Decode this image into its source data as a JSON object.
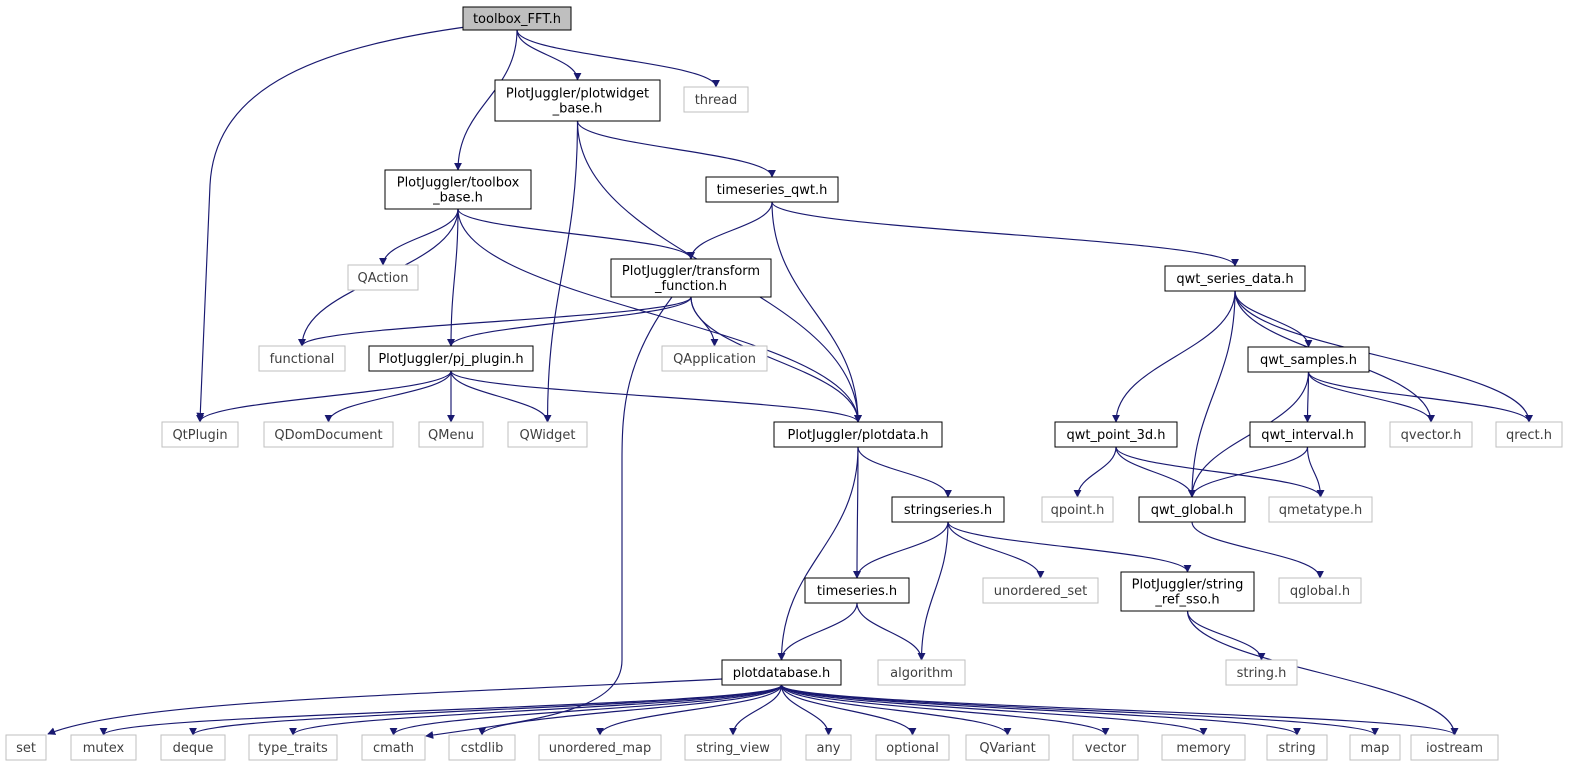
{
  "diagram": {
    "colors": {
      "edge": "#191970",
      "root_fill": "#bfbfbf",
      "external_border": "#bfbfbf",
      "node_border": "#000000"
    },
    "nodes": [
      {
        "id": "toolbox_fft",
        "label": [
          "toolbox_FFT.h"
        ],
        "kind": "root"
      },
      {
        "id": "plotwidget_base",
        "label": [
          "PlotJuggler/plotwidget",
          "_base.h"
        ],
        "kind": "header"
      },
      {
        "id": "thread",
        "label": [
          "thread"
        ],
        "kind": "external"
      },
      {
        "id": "toolbox_base",
        "label": [
          "PlotJuggler/toolbox",
          "_base.h"
        ],
        "kind": "header"
      },
      {
        "id": "timeseries_qwt",
        "label": [
          "timeseries_qwt.h"
        ],
        "kind": "header"
      },
      {
        "id": "qaction",
        "label": [
          "QAction"
        ],
        "kind": "external"
      },
      {
        "id": "transform_function",
        "label": [
          "PlotJuggler/transform",
          "_function.h"
        ],
        "kind": "header"
      },
      {
        "id": "qwt_series_data",
        "label": [
          "qwt_series_data.h"
        ],
        "kind": "header"
      },
      {
        "id": "functional",
        "label": [
          "functional"
        ],
        "kind": "external"
      },
      {
        "id": "pj_plugin",
        "label": [
          "PlotJuggler/pj_plugin.h"
        ],
        "kind": "header"
      },
      {
        "id": "qapplication",
        "label": [
          "QApplication"
        ],
        "kind": "external"
      },
      {
        "id": "qwt_samples",
        "label": [
          "qwt_samples.h"
        ],
        "kind": "header"
      },
      {
        "id": "qtplugin",
        "label": [
          "QtPlugin"
        ],
        "kind": "external"
      },
      {
        "id": "qdomdocument",
        "label": [
          "QDomDocument"
        ],
        "kind": "external"
      },
      {
        "id": "qmenu",
        "label": [
          "QMenu"
        ],
        "kind": "external"
      },
      {
        "id": "qwidget",
        "label": [
          "QWidget"
        ],
        "kind": "external"
      },
      {
        "id": "plotdata",
        "label": [
          "PlotJuggler/plotdata.h"
        ],
        "kind": "header"
      },
      {
        "id": "qwt_point_3d",
        "label": [
          "qwt_point_3d.h"
        ],
        "kind": "header"
      },
      {
        "id": "qwt_interval",
        "label": [
          "qwt_interval.h"
        ],
        "kind": "header"
      },
      {
        "id": "qvector",
        "label": [
          "qvector.h"
        ],
        "kind": "external"
      },
      {
        "id": "qrect",
        "label": [
          "qrect.h"
        ],
        "kind": "external"
      },
      {
        "id": "stringseries",
        "label": [
          "stringseries.h"
        ],
        "kind": "header"
      },
      {
        "id": "qpoint",
        "label": [
          "qpoint.h"
        ],
        "kind": "external"
      },
      {
        "id": "qwt_global",
        "label": [
          "qwt_global.h"
        ],
        "kind": "header"
      },
      {
        "id": "qmetatype",
        "label": [
          "qmetatype.h"
        ],
        "kind": "external"
      },
      {
        "id": "timeseries",
        "label": [
          "timeseries.h"
        ],
        "kind": "header"
      },
      {
        "id": "unordered_set",
        "label": [
          "unordered_set"
        ],
        "kind": "external"
      },
      {
        "id": "string_ref_sso",
        "label": [
          "PlotJuggler/string",
          "_ref_sso.h"
        ],
        "kind": "header"
      },
      {
        "id": "qglobal",
        "label": [
          "qglobal.h"
        ],
        "kind": "external"
      },
      {
        "id": "plotdatabase",
        "label": [
          "plotdatabase.h"
        ],
        "kind": "header"
      },
      {
        "id": "algorithm",
        "label": [
          "algorithm"
        ],
        "kind": "external"
      },
      {
        "id": "string_h",
        "label": [
          "string.h"
        ],
        "kind": "external"
      },
      {
        "id": "set",
        "label": [
          "set"
        ],
        "kind": "external"
      },
      {
        "id": "mutex",
        "label": [
          "mutex"
        ],
        "kind": "external"
      },
      {
        "id": "deque",
        "label": [
          "deque"
        ],
        "kind": "external"
      },
      {
        "id": "type_traits",
        "label": [
          "type_traits"
        ],
        "kind": "external"
      },
      {
        "id": "cmath",
        "label": [
          "cmath"
        ],
        "kind": "external"
      },
      {
        "id": "cstdlib",
        "label": [
          "cstdlib"
        ],
        "kind": "external"
      },
      {
        "id": "unordered_map",
        "label": [
          "unordered_map"
        ],
        "kind": "external"
      },
      {
        "id": "string_view",
        "label": [
          "string_view"
        ],
        "kind": "external"
      },
      {
        "id": "any",
        "label": [
          "any"
        ],
        "kind": "external"
      },
      {
        "id": "optional",
        "label": [
          "optional"
        ],
        "kind": "external"
      },
      {
        "id": "qvariant",
        "label": [
          "QVariant"
        ],
        "kind": "external"
      },
      {
        "id": "vector",
        "label": [
          "vector"
        ],
        "kind": "external"
      },
      {
        "id": "memory",
        "label": [
          "memory"
        ],
        "kind": "external"
      },
      {
        "id": "string",
        "label": [
          "string"
        ],
        "kind": "external"
      },
      {
        "id": "map",
        "label": [
          "map"
        ],
        "kind": "external"
      },
      {
        "id": "iostream",
        "label": [
          "iostream"
        ],
        "kind": "external"
      }
    ],
    "edges": [
      [
        "toolbox_fft",
        "qtplugin"
      ],
      [
        "toolbox_fft",
        "toolbox_base"
      ],
      [
        "toolbox_fft",
        "plotwidget_base"
      ],
      [
        "toolbox_fft",
        "thread"
      ],
      [
        "plotwidget_base",
        "qwidget"
      ],
      [
        "plotwidget_base",
        "timeseries_qwt"
      ],
      [
        "plotwidget_base",
        "plotdata"
      ],
      [
        "toolbox_base",
        "functional"
      ],
      [
        "toolbox_base",
        "qaction"
      ],
      [
        "toolbox_base",
        "pj_plugin"
      ],
      [
        "toolbox_base",
        "transform_function"
      ],
      [
        "toolbox_base",
        "plotdata"
      ],
      [
        "timeseries_qwt",
        "transform_function"
      ],
      [
        "timeseries_qwt",
        "plotdata"
      ],
      [
        "timeseries_qwt",
        "qwt_series_data"
      ],
      [
        "transform_function",
        "functional"
      ],
      [
        "transform_function",
        "pj_plugin"
      ],
      [
        "transform_function",
        "qapplication"
      ],
      [
        "transform_function",
        "plotdata"
      ],
      [
        "transform_function",
        "cmath"
      ],
      [
        "pj_plugin",
        "qtplugin"
      ],
      [
        "pj_plugin",
        "qdomdocument"
      ],
      [
        "pj_plugin",
        "qmenu"
      ],
      [
        "pj_plugin",
        "qwidget"
      ],
      [
        "pj_plugin",
        "plotdata"
      ],
      [
        "qwt_series_data",
        "qwt_global"
      ],
      [
        "qwt_series_data",
        "qwt_point_3d"
      ],
      [
        "qwt_series_data",
        "qwt_samples"
      ],
      [
        "qwt_series_data",
        "qvector"
      ],
      [
        "qwt_series_data",
        "qrect"
      ],
      [
        "qwt_samples",
        "qwt_global"
      ],
      [
        "qwt_samples",
        "qwt_interval"
      ],
      [
        "qwt_samples",
        "qvector"
      ],
      [
        "qwt_samples",
        "qrect"
      ],
      [
        "qwt_point_3d",
        "qpoint"
      ],
      [
        "qwt_point_3d",
        "qwt_global"
      ],
      [
        "qwt_point_3d",
        "qmetatype"
      ],
      [
        "qwt_interval",
        "qwt_global"
      ],
      [
        "qwt_interval",
        "qmetatype"
      ],
      [
        "qwt_global",
        "qglobal"
      ],
      [
        "plotdata",
        "plotdatabase"
      ],
      [
        "plotdata",
        "timeseries"
      ],
      [
        "plotdata",
        "stringseries"
      ],
      [
        "stringseries",
        "timeseries"
      ],
      [
        "stringseries",
        "algorithm"
      ],
      [
        "stringseries",
        "unordered_set"
      ],
      [
        "stringseries",
        "string_ref_sso"
      ],
      [
        "timeseries",
        "plotdatabase"
      ],
      [
        "timeseries",
        "algorithm"
      ],
      [
        "string_ref_sso",
        "string_h"
      ],
      [
        "string_ref_sso",
        "iostream"
      ],
      [
        "plotdatabase",
        "set"
      ],
      [
        "plotdatabase",
        "mutex"
      ],
      [
        "plotdatabase",
        "deque"
      ],
      [
        "plotdatabase",
        "type_traits"
      ],
      [
        "plotdatabase",
        "cmath"
      ],
      [
        "plotdatabase",
        "cstdlib"
      ],
      [
        "plotdatabase",
        "unordered_map"
      ],
      [
        "plotdatabase",
        "string_view"
      ],
      [
        "plotdatabase",
        "any"
      ],
      [
        "plotdatabase",
        "optional"
      ],
      [
        "plotdatabase",
        "qvariant"
      ],
      [
        "plotdatabase",
        "vector"
      ],
      [
        "plotdatabase",
        "memory"
      ],
      [
        "plotdatabase",
        "string"
      ],
      [
        "plotdatabase",
        "map"
      ],
      [
        "plotdatabase",
        "iostream"
      ]
    ]
  }
}
